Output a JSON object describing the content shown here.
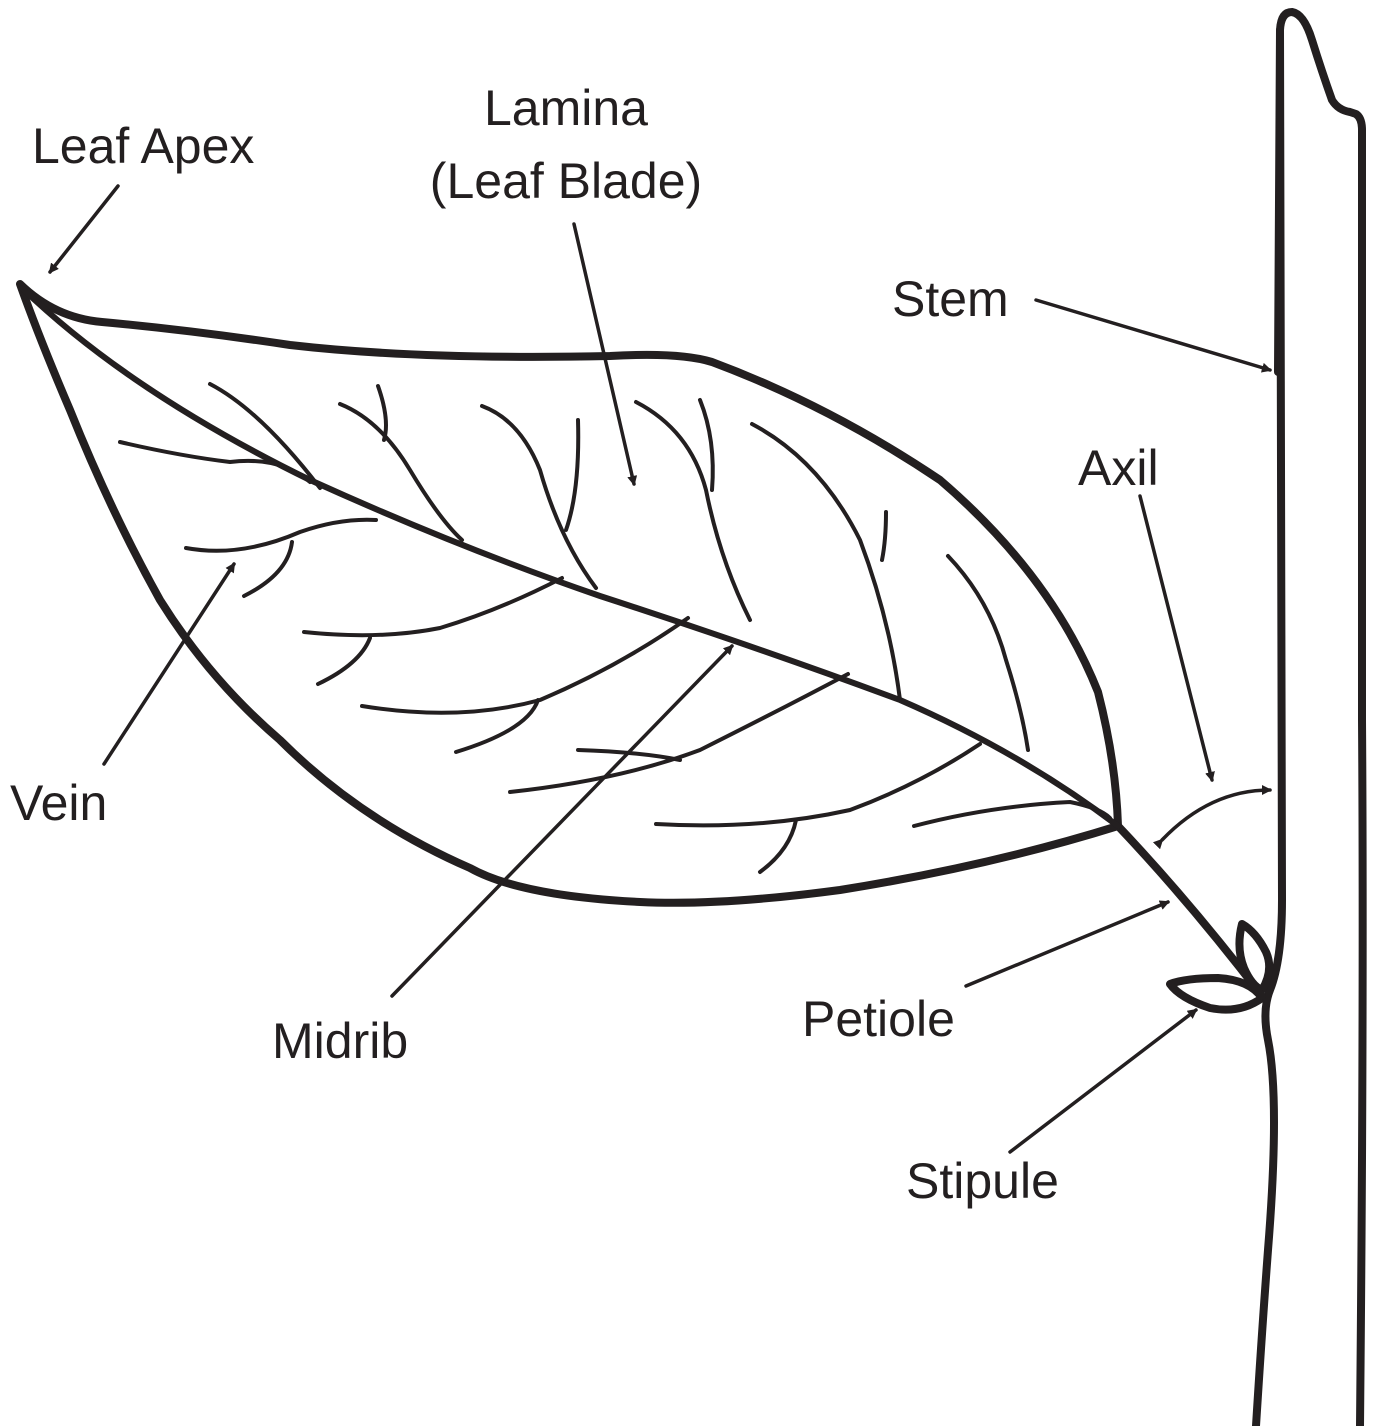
{
  "diagram": {
    "colors": {
      "ink": "#231f20",
      "background": "#ffffff"
    },
    "labels": {
      "leaf_apex": "Leaf Apex",
      "lamina_line1": "Lamina",
      "lamina_line2": "(Leaf Blade)",
      "stem": "Stem",
      "axil": "Axil",
      "vein": "Vein",
      "midrib": "Midrib",
      "petiole": "Petiole",
      "stipule": "Stipule"
    }
  }
}
